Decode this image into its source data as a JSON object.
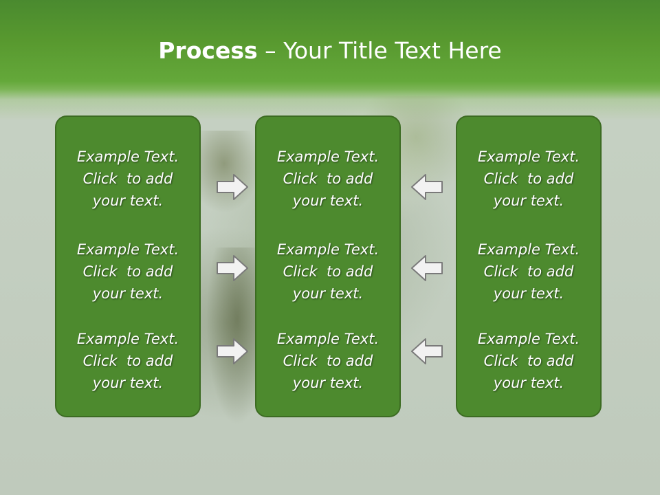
{
  "slide": {
    "title_bold": "Process",
    "title_rest": " – Your Title Text Here"
  },
  "columns": [
    {
      "items": [
        {
          "line1": "Example Text.",
          "line2": "Click  to add",
          "line3": "your text."
        },
        {
          "line1": "Example Text.",
          "line2": "Click  to add",
          "line3": "your text."
        },
        {
          "line1": "Example Text.",
          "line2": "Click  to add",
          "line3": "your text."
        }
      ]
    },
    {
      "items": [
        {
          "line1": "Example Text.",
          "line2": "Click  to add",
          "line3": "your text."
        },
        {
          "line1": "Example Text.",
          "line2": "Click  to add",
          "line3": "your text."
        },
        {
          "line1": "Example Text.",
          "line2": "Click  to add",
          "line3": "your text."
        }
      ]
    },
    {
      "items": [
        {
          "line1": "Example Text.",
          "line2": "Click  to add",
          "line3": "your text."
        },
        {
          "line1": "Example Text.",
          "line2": "Click  to add",
          "line3": "your text."
        },
        {
          "line1": "Example Text.",
          "line2": "Click  to add",
          "line3": "your text."
        }
      ]
    }
  ],
  "arrows": {
    "left_group": "arrow-right-icon",
    "right_group": "arrow-left-icon"
  },
  "colors": {
    "header_green": "#58992f",
    "box_fill": "#4d8a2e",
    "box_border": "#3c6b22",
    "arrow_fill": "#f2f2f2",
    "arrow_stroke": "#7a7a7a"
  }
}
